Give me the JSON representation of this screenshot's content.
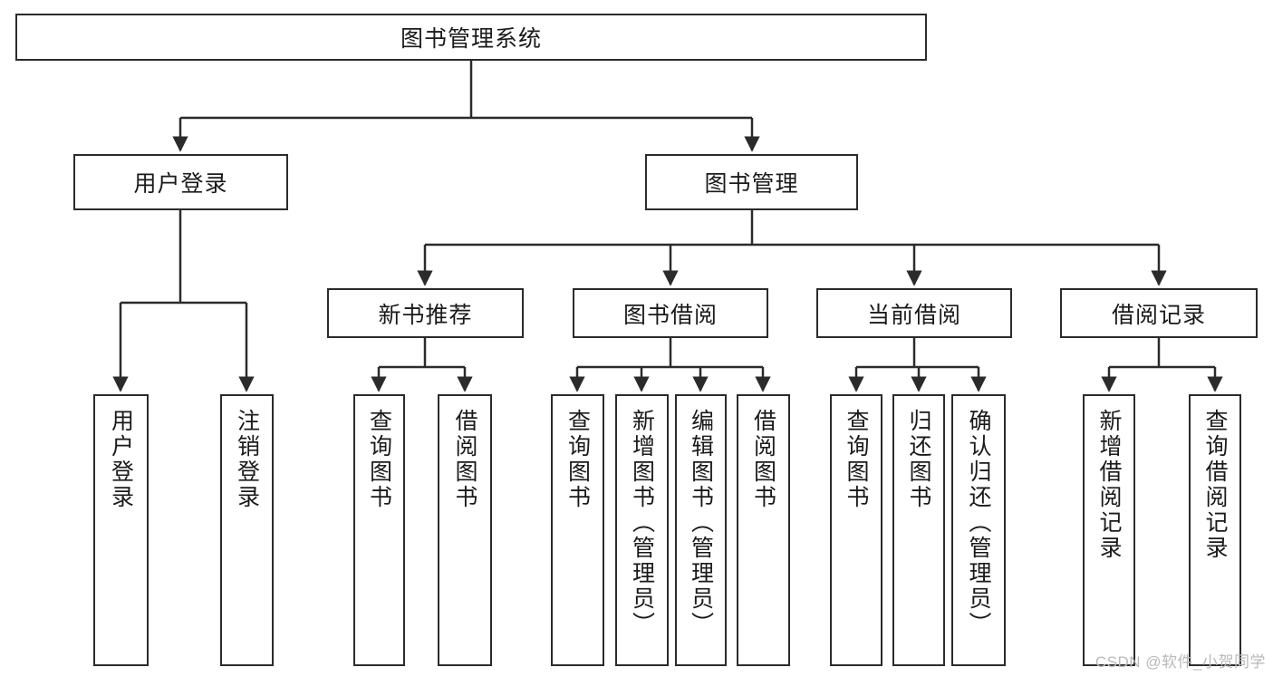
{
  "diagram": {
    "type": "tree",
    "title": "图书管理系统",
    "colors": {
      "stroke": "#2b2b2b",
      "fill": "#ffffff",
      "text": "#1a1a1a",
      "watermark": "#b9b9b9"
    },
    "root": {
      "label": "图书管理系统"
    },
    "level2": [
      {
        "label": "用户登录"
      },
      {
        "label": "图书管理"
      }
    ],
    "level3": [
      {
        "label": "新书推荐"
      },
      {
        "label": "图书借阅"
      },
      {
        "label": "当前借阅"
      },
      {
        "label": "借阅记录"
      }
    ],
    "leaves": {
      "user_login": [
        {
          "label": "用户登录"
        },
        {
          "label": "注销登录"
        }
      ],
      "new_book_recommend": [
        {
          "label": "查询图书"
        },
        {
          "label": "借阅图书"
        }
      ],
      "book_borrow": [
        {
          "label": "查询图书"
        },
        {
          "label": "新增图书（管理员）"
        },
        {
          "label": "编辑图书（管理员）"
        },
        {
          "label": "借阅图书"
        }
      ],
      "current_borrow": [
        {
          "label": "查询图书"
        },
        {
          "label": "归还图书"
        },
        {
          "label": "确认归还（管理员）"
        }
      ],
      "borrow_record": [
        {
          "label": "新增借阅记录"
        },
        {
          "label": "查询借阅记录"
        }
      ]
    }
  },
  "watermark": {
    "text": "CSDN @软件_小贺同学"
  }
}
